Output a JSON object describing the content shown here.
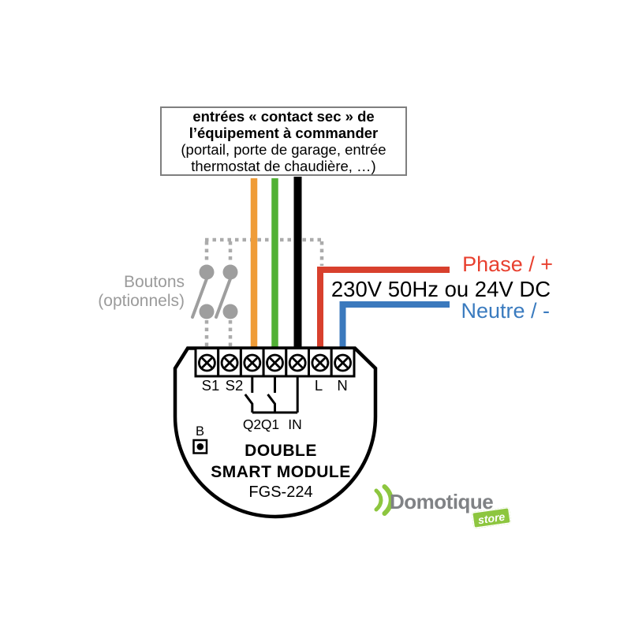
{
  "colors": {
    "wire_orange": "#EF9C38",
    "wire_green": "#52B136",
    "wire_black": "#000000",
    "wire_red": "#D8402D",
    "wire_blue": "#3B79BD",
    "phase_red": "#E8402F",
    "neutral_blue": "#3A7BBF",
    "switch_gray": "#9E9E9E",
    "switch_text_gray": "#9B9B9B",
    "dotted_gray": "#ABABAB",
    "box_border": "#7F7F7F",
    "logo_green": "#8DC63F",
    "logo_gray": "#808285"
  },
  "info_box": {
    "line1": "entrées « contact sec » de",
    "line2": "l’équipement à commander",
    "line3": "(portail, porte de garage, entrée",
    "line4": "thermostat de chaudière, …)"
  },
  "side_labels": {
    "buttons_line1": "Boutons",
    "buttons_line2": "(optionnels)",
    "phase": "Phase / +",
    "voltage": "230V 50Hz ou 24V DC",
    "neutral": "Neutre / -"
  },
  "module": {
    "terminal_labels": {
      "s1": "S1",
      "s2": "S2",
      "l": "L",
      "n": "N"
    },
    "output_labels": {
      "q2": "Q2",
      "q1": "Q1",
      "in": "IN"
    },
    "b_button_label": "B",
    "name_line1": "DOUBLE",
    "name_line2": "SMART MODULE",
    "model": "FGS-224"
  },
  "logo": {
    "name": "Domotique",
    "badge": "store"
  }
}
